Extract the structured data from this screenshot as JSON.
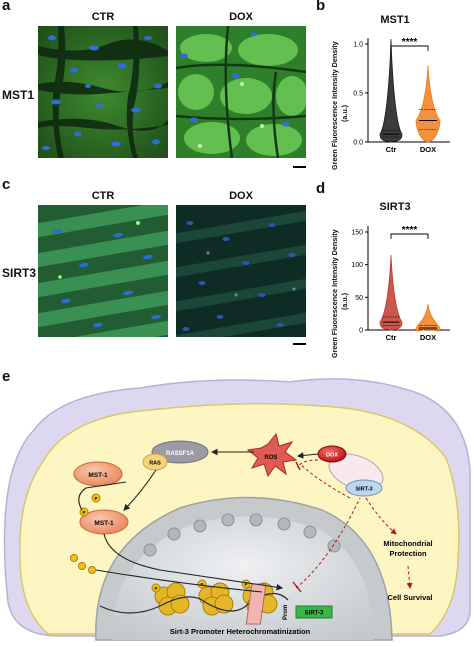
{
  "panels": {
    "a": "a",
    "b": "b",
    "c": "c",
    "d": "d",
    "e": "e"
  },
  "micrographs": {
    "col_left": "CTR",
    "col_right": "DOX",
    "row_top": "MST1",
    "row_bottom": "SIRT3"
  },
  "chart_data": [
    {
      "type": "violin",
      "title": "MST1",
      "ylabel": "Green Fluorescence Intensity Density",
      "yunit": "(a.u.)",
      "categories": [
        "Ctr",
        "DOX"
      ],
      "ylim": [
        0,
        1.0
      ],
      "yticks": [
        0,
        0.5,
        1.0
      ],
      "ytick_labels": [
        "0.0",
        "0.5",
        "1.0"
      ],
      "significance": "****",
      "series": [
        {
          "category": "Ctr",
          "median": 0.08,
          "q1": 0.05,
          "q3": 0.12,
          "min": 0.0,
          "max": 1.05,
          "color": "#1a1a1a"
        },
        {
          "category": "DOX",
          "median": 0.22,
          "q1": 0.13,
          "q3": 0.33,
          "min": 0.0,
          "max": 0.78,
          "color": "#f07f1e"
        }
      ]
    },
    {
      "type": "violin",
      "title": "SIRT3",
      "ylabel": "Green Fluorescence Intensity Density",
      "yunit": "(a.u.)",
      "categories": [
        "Ctr",
        "DOX"
      ],
      "ylim": [
        0,
        150
      ],
      "yticks": [
        0,
        50,
        100,
        150
      ],
      "ytick_labels": [
        "0",
        "50",
        "100",
        "150"
      ],
      "significance": "****",
      "series": [
        {
          "category": "Ctr",
          "median": 12,
          "q1": 7,
          "q3": 20,
          "min": 0,
          "max": 115,
          "color": "#c0392b"
        },
        {
          "category": "DOX",
          "median": 3,
          "q1": 1,
          "q3": 7,
          "min": 0,
          "max": 40,
          "color": "#f07f1e"
        }
      ]
    }
  ],
  "diagram": {
    "nodes": {
      "rassf1a": "RASSF1A",
      "ras": "RAS",
      "mst1_top": "MST-1",
      "mst1_bottom": "MST-1",
      "ros": "ROS",
      "dox": "DOX",
      "sirt3": "SIRT-3",
      "prom": "Prom",
      "sirt3_gene": "SIRT-3",
      "p": "P"
    },
    "labels": {
      "mito_protection_1": "Mitochondrial",
      "mito_protection_2": "Protection",
      "cell_survival": "Cell Survival",
      "heterochromatin": "Sirt-3 Promoter Heterochromatinization"
    },
    "colors": {
      "cell_outer": "#ddd7ef",
      "cytoplasm": "#fdf6c2",
      "nucleus": "#dde0e2",
      "mst1": "#ee9a72",
      "ros": "#e05a56",
      "dox": "#d71f1f",
      "sirt3": "#bcd6ee",
      "nucleosome": "#e4b628",
      "sirt3_gene": "#39b54a",
      "prom": "#f2b4ae"
    }
  }
}
